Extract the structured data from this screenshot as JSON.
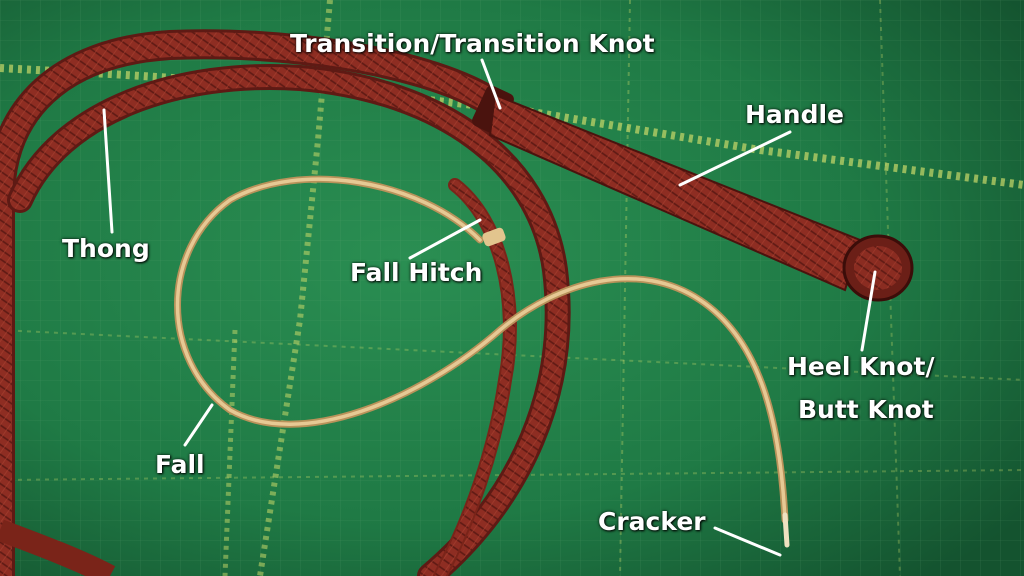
{
  "labels": {
    "transition": "Transition/Transition Knot",
    "handle": "Handle",
    "thong": "Thong",
    "fall_hitch": "Fall Hitch",
    "heel_knot_line1": "Heel Knot/",
    "heel_knot_line2": "Butt Knot",
    "fall": "Fall",
    "cracker": "Cracker"
  },
  "colors": {
    "mat": "#1f7a45",
    "mat_dark": "#14532f",
    "grid_line": "#c9d96a",
    "leather": "#8e2d22",
    "leather_dark": "#5e1a14",
    "fall": "#d9b77e",
    "label": "#ffffff"
  }
}
